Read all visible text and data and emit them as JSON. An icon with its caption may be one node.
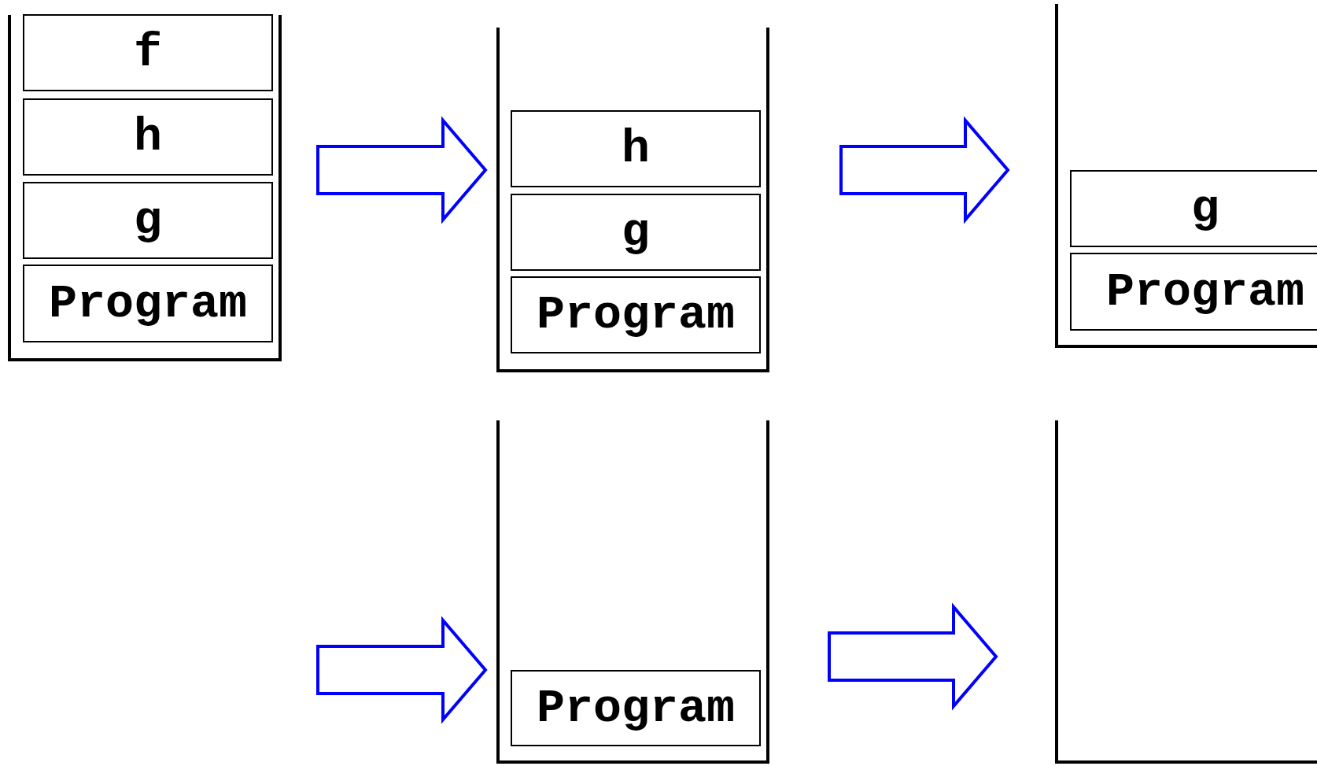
{
  "diagram": {
    "nodes": [
      {
        "text": [],
        "shape": "box"
      },
      {
        "text": [
          "f"
        ],
        "in": 0
      },
      {
        "text": [
          "h"
        ],
        "in": 0
      },
      {
        "text": [
          "g"
        ],
        "in": 0
      },
      {
        "text": [
          "Program"
        ],
        "in": 0
      },
      {
        "text": [],
        "shape": "box"
      },
      {
        "text": [
          "h"
        ],
        "in": 5
      },
      {
        "text": [
          "g"
        ],
        "in": 5
      },
      {
        "text": [
          "Program"
        ],
        "in": 5
      },
      {
        "text": [],
        "shape": "box"
      },
      {
        "text": [
          "g"
        ],
        "in": 9
      },
      {
        "text": [
          "Program"
        ],
        "in": 9
      },
      {
        "text": [],
        "shape": "box"
      },
      {
        "text": [
          "Program"
        ],
        "in": 12
      },
      {
        "text": [],
        "shape": "box"
      }
    ],
    "edges": [
      {
        "from": 0,
        "to": 5,
        "arrow": "to"
      },
      {
        "from": 5,
        "to": 9,
        "arrow": "to"
      },
      {
        "from": null,
        "to": 12,
        "arrow": "to"
      },
      {
        "from": 12,
        "to": 14,
        "arrow": "to"
      }
    ]
  }
}
